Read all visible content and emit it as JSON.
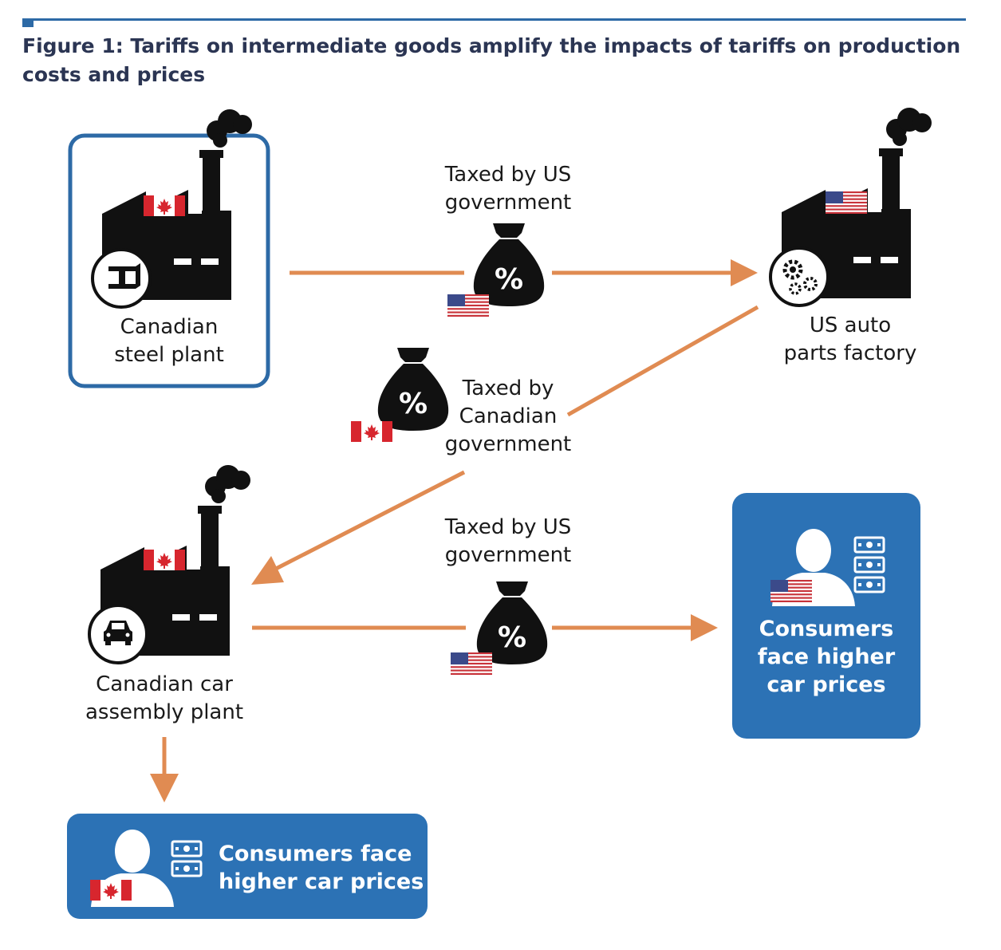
{
  "figure": {
    "title": "Figure 1: Tariffs on intermediate goods amplify the impacts of tariffs on production costs and prices"
  },
  "nodes": {
    "steel_plant": {
      "label_line1": "Canadian",
      "label_line2": "steel plant",
      "flag": "canada-flag-icon",
      "icon": "steel-beam-icon"
    },
    "auto_parts": {
      "label_line1": "US auto",
      "label_line2": "parts factory",
      "flag": "us-flag-icon",
      "icon": "gears-icon"
    },
    "car_assembly": {
      "label_line1": "Canadian car",
      "label_line2": "assembly plant",
      "flag": "canada-flag-icon",
      "icon": "car-icon"
    },
    "us_consumers": {
      "line1": "Consumers",
      "line2": "face higher",
      "line3": "car prices",
      "flag": "us-flag-icon"
    },
    "ca_consumers": {
      "line1": "Consumers face",
      "line2": "higher car prices",
      "flag": "canada-flag-icon"
    }
  },
  "tariffs": {
    "steel_to_parts": {
      "line1": "Taxed by US",
      "line2": "government",
      "symbol": "%"
    },
    "parts_to_assembly": {
      "line1": "Taxed by",
      "line2": "Canadian",
      "line3": "government",
      "symbol": "%"
    },
    "assembly_to_consumers": {
      "line1": "Taxed by US",
      "line2": "government",
      "symbol": "%"
    }
  },
  "colors": {
    "accent_blue": "#2d6aa6",
    "box_blue": "#2c72b5",
    "arrow_orange": "#e08b52",
    "canada_red": "#d7262e",
    "us_red": "#c8333a",
    "us_blue": "#3b4a8a",
    "title_navy": "#2b3553"
  }
}
